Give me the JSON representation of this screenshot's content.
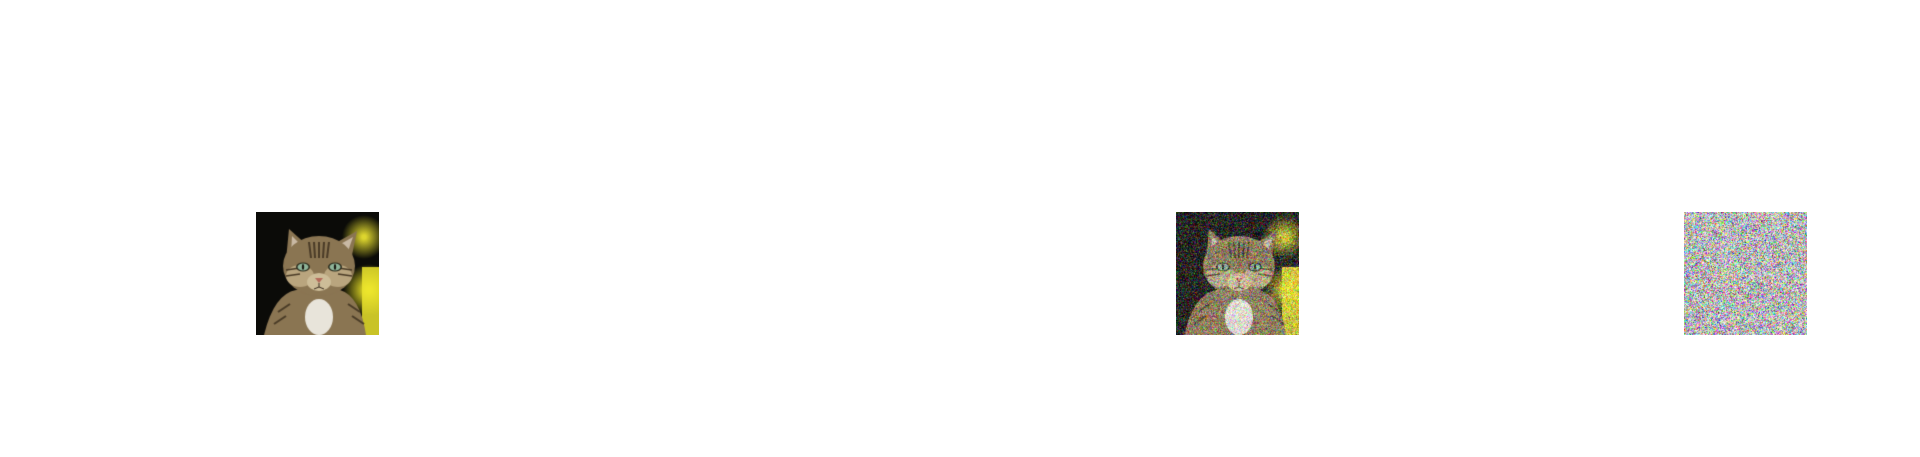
{
  "images": [
    {
      "id": "original",
      "subject": "tabby-cat-portrait",
      "noise_level": 0.0
    },
    {
      "id": "noisy",
      "subject": "tabby-cat-portrait",
      "noise_level": 0.55
    },
    {
      "id": "pure-noise",
      "subject": "gaussian-noise",
      "noise_level": 1.0
    }
  ],
  "colors": {
    "background": "#ffffff",
    "dark_backdrop": "#0b0b08",
    "fur_mid": "#8a7552",
    "fur_light": "#b9a57e",
    "fur_dark": "#4a3b27",
    "chest_white": "#e8e4da",
    "eye_green": "#8fb59a",
    "bokeh_yellow": "#e8e030",
    "noise_base": "#b8b4b4"
  }
}
